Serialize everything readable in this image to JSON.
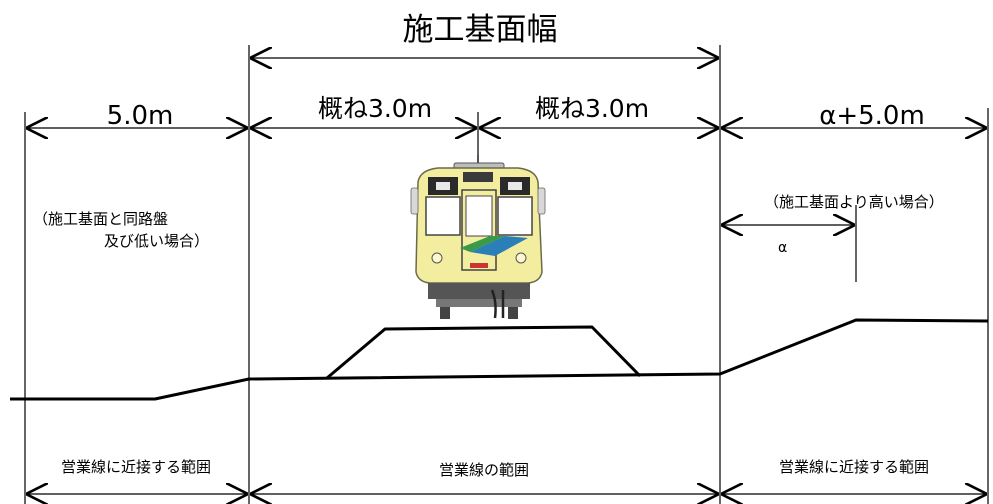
{
  "title": "施工基面幅",
  "dimensions": {
    "left_width": "5.0m",
    "center_left": "概ね3.0m",
    "center_right": "概ね3.0m",
    "right_width": "α+5.0m",
    "alpha": "α"
  },
  "notes": {
    "left_line1": "（施工基面と同路盤",
    "left_line2": "及び低い場合）",
    "right": "（施工基面より高い場合）"
  },
  "ranges": {
    "left": "営業線に近接する範囲",
    "center": "営業線の範囲",
    "right": "営業線に近接する範囲"
  },
  "train": {
    "body_color": "#f3eda0",
    "accent_color": "#2a7fb8",
    "stripe_color": "#3b9a48"
  }
}
